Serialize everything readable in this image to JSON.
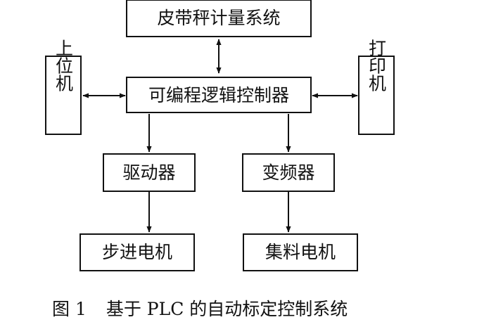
{
  "diagram": {
    "nodes": {
      "scale": "皮带秤计量系统",
      "plc": "可编程逻辑控制器",
      "host": "上位机",
      "printer": "打印机",
      "driver": "驱动器",
      "inverter": "变频器",
      "stepper": "步进电机",
      "collect": "集料电机"
    },
    "edges": [
      {
        "from": "scale",
        "to": "plc",
        "direction": "both"
      },
      {
        "from": "host",
        "to": "plc",
        "direction": "both"
      },
      {
        "from": "plc",
        "to": "printer",
        "direction": "both"
      },
      {
        "from": "plc",
        "to": "driver",
        "direction": "forward"
      },
      {
        "from": "plc",
        "to": "inverter",
        "direction": "forward"
      },
      {
        "from": "driver",
        "to": "stepper",
        "direction": "forward"
      },
      {
        "from": "inverter",
        "to": "collect",
        "direction": "forward"
      }
    ]
  },
  "caption": {
    "number": "图 1",
    "text": "基于 PLC 的自动标定控制系统"
  },
  "colors": {
    "line": "#111111",
    "background": "#ffffff"
  }
}
